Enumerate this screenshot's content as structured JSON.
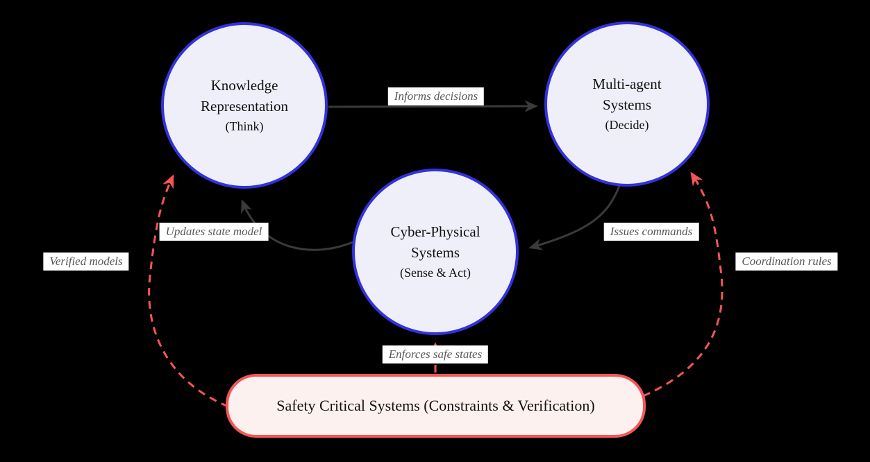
{
  "diagram": {
    "title": "",
    "background_color": "#000000",
    "nodes": {
      "knowledge_representation": {
        "line1": "Knowledge",
        "line2": "Representation",
        "sublabel": "(Think)"
      },
      "multi_agent_systems": {
        "line1": "Multi-agent",
        "line2": "Systems",
        "sublabel": "(Decide)"
      },
      "cyber_physical_systems": {
        "line1": "Cyber-Physical",
        "line2": "Systems",
        "sublabel": "(Sense & Act)"
      },
      "safety_critical_systems": {
        "label": "Safety Critical Systems (Constraints & Verification)"
      }
    },
    "edges": [
      {
        "id": "informs_decisions",
        "label": "Informs decisions",
        "from": "knowledge_representation",
        "to": "multi_agent_systems",
        "style": "solid-dark"
      },
      {
        "id": "issues_commands",
        "label": "Issues commands",
        "from": "multi_agent_systems",
        "to": "cyber_physical_systems",
        "style": "solid-dark"
      },
      {
        "id": "updates_state_model",
        "label": "Updates state model",
        "from": "cyber_physical_systems",
        "to": "knowledge_representation",
        "style": "solid-dark"
      },
      {
        "id": "enforces_safe_states",
        "label": "Enforces safe states",
        "from": "safety_critical_systems",
        "to": "cyber_physical_systems",
        "style": "dashed-red"
      },
      {
        "id": "verified_models",
        "label": "Verified models",
        "from": "safety_critical_systems",
        "to": "knowledge_representation",
        "style": "dashed-red"
      },
      {
        "id": "coordination_rules",
        "label": "Coordination rules",
        "from": "safety_critical_systems",
        "to": "multi_agent_systems",
        "style": "dashed-red"
      }
    ],
    "edge_labels": {
      "informs_decisions": "Informs decisions",
      "updates_state_model": "Updates state model",
      "issues_commands": "Issues commands",
      "verified_models": "Verified models",
      "coordination_rules": "Coordination rules",
      "enforces_safe_states": "Enforces safe states"
    },
    "colors": {
      "circle_fill": "#efeffa",
      "circle_border": "#3232dd",
      "safety_fill": "#fdf1f0",
      "safety_border": "#f65555",
      "dark_arrow": "#3a3a3a",
      "red_arrow": "#f65555",
      "label_background": "#ffffff",
      "label_text": "#575757",
      "node_text": "#111111"
    }
  }
}
